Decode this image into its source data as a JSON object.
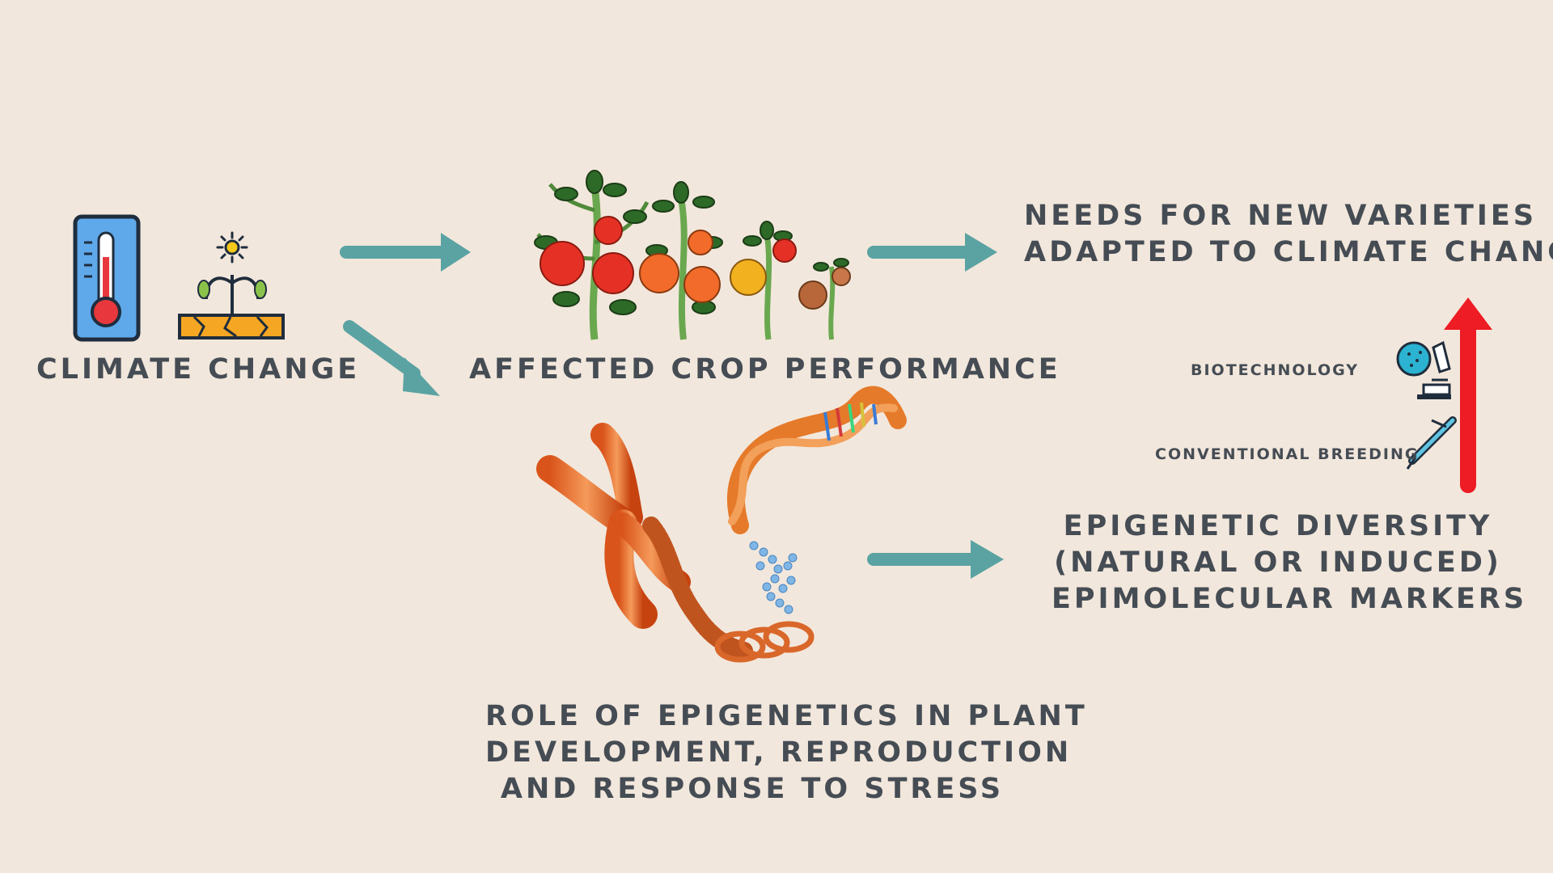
{
  "labels": {
    "climate_change": "CLIMATE CHANGE",
    "affected_crop": "AFFECTED CROP PERFORMANCE",
    "needs": [
      "NEEDS FOR NEW VARIETIES",
      "ADAPTED TO CLIMATE CHANGE"
    ],
    "epigenetic_diversity": [
      "EPIGENETIC DIVERSITY",
      "(NATURAL OR INDUCED)",
      "EPIMOLECULAR MARKERS"
    ],
    "role": [
      "ROLE OF EPIGENETICS IN PLANT",
      "DEVELOPMENT, REPRODUCTION",
      "AND RESPONSE TO STRESS"
    ],
    "biotechnology": "BIOTECHNOLOGY",
    "conventional_breeding": "CONVENTIONAL BREEDING"
  },
  "icons": {
    "thermometer": "thermometer-icon",
    "drought_plant": "drought-plant-icon",
    "tomato_plants": "tomato-plants-illustration",
    "chromosome_dna": "chromosome-dna-illustration",
    "microscope": "microscope-icon",
    "pipette": "pipette-icon"
  },
  "colors": {
    "background": "#f2e7dc",
    "text": "#454c54",
    "flow_arrow": "#5ba3a3",
    "up_arrow": "#ee1c24"
  }
}
